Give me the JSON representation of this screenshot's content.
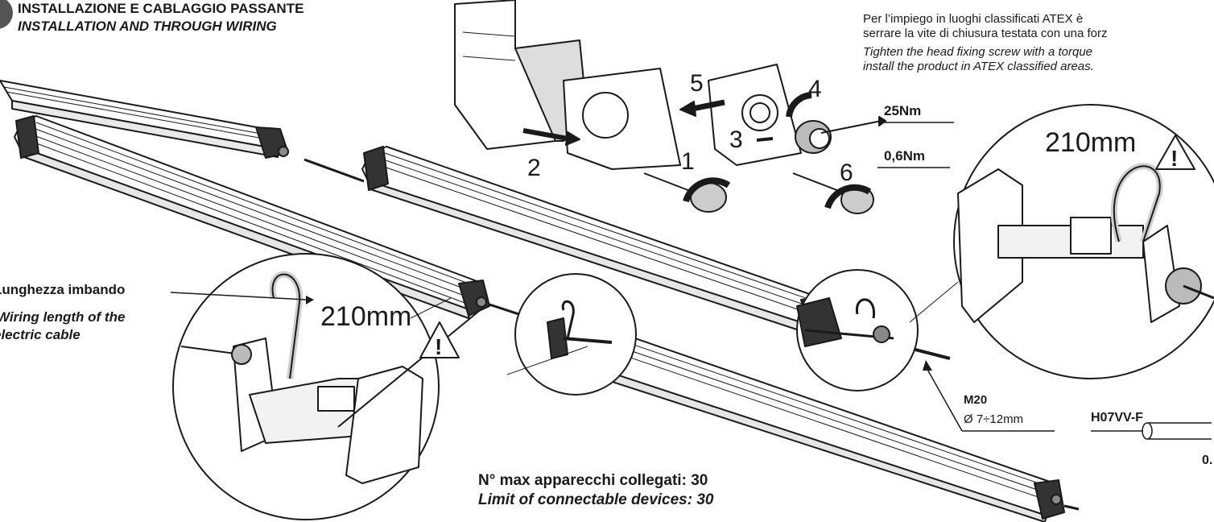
{
  "header": {
    "title_it": "INSTALLAZIONE E CABLAGGIO PASSANTE",
    "title_en": "INSTALLATION AND THROUGH WIRING"
  },
  "atex_note": {
    "it_line1": "Per l’impiego in luoghi classificati ATEX è",
    "it_line2": "serrare la vite di chiusura testata con una forz",
    "en_line1": "Tighten the head fixing screw with a torque",
    "en_line2": "install the product in ATEX classified areas."
  },
  "torques": {
    "gland": "25Nm",
    "screw": "0,6Nm"
  },
  "steps": [
    "1",
    "2",
    "3",
    "4",
    "5",
    "6"
  ],
  "wiring": {
    "it": "Lunghezza imbando",
    "en_line1": "Wiring length of the",
    "en_line2": "electric cable",
    "length_left": "210mm",
    "length_right": "210mm"
  },
  "gland_spec": {
    "name": "M20",
    "range": "Ø 7÷12mm"
  },
  "cable": {
    "type": "H07VV-F",
    "partial": "0."
  },
  "limit": {
    "it": "N° max apparecchi collegati: 30",
    "en": "Limit of connectable devices: 30"
  },
  "warning_glyph": "!"
}
